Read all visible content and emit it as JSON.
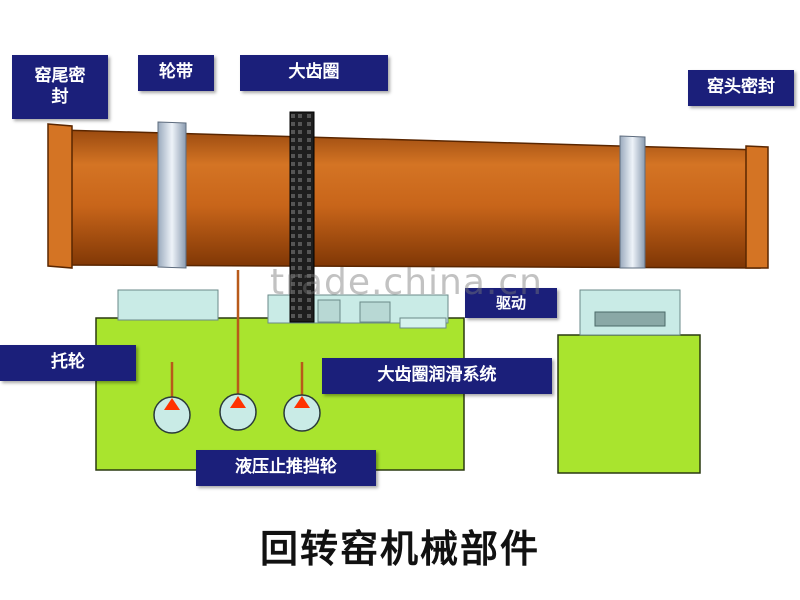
{
  "labels": {
    "kiln_tail_seal": "窑尾密\n封",
    "tyre": "轮带",
    "girth_gear": "大齿圈",
    "kiln_head_seal": "窑头密封",
    "supporting_roller": "托轮",
    "gear_lubrication": "大齿圈润滑系统",
    "hydraulic_thrust_roller": "液压止推挡轮",
    "drive": "驱动"
  },
  "caption": "回转窑机械部件",
  "watermark": "trade.china.cn",
  "colors": {
    "kiln_body": "#c8651a",
    "kiln_shadow": "#8a3c06",
    "tyre": "#c9d6e6",
    "base": "#a9e42e",
    "label_bg": "#1b1f7a",
    "gear": "#2a2a2a",
    "roller": "#c9ebe6",
    "marker": "#ff3300"
  }
}
